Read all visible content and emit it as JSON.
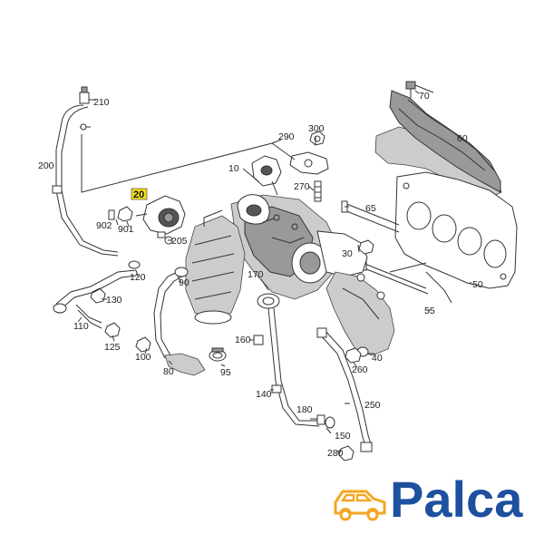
{
  "diagram": {
    "highlight_color": "#f5e11a",
    "line_color": "#333333",
    "labels": {
      "p10": "10",
      "p20": "20",
      "p30": "30",
      "p40": "40",
      "p50": "50",
      "p55": "55",
      "p60": "60",
      "p65": "65",
      "p70": "70",
      "p80": "80",
      "p90": "90",
      "p95": "95",
      "p100": "100",
      "p110": "110",
      "p120": "120",
      "p125": "125",
      "p130": "130",
      "p140": "140",
      "p150": "150",
      "p160": "160",
      "p170": "170",
      "p180": "180",
      "p200": "200",
      "p205": "205",
      "p210": "210",
      "p250": "250",
      "p260": "260",
      "p270": "270",
      "p280": "280",
      "p290": "290",
      "p300": "300",
      "p901": "901",
      "p902": "902"
    }
  },
  "logo": {
    "text": "Palca",
    "text_color": "#1e50a0",
    "icon_color": "#f5a623"
  }
}
